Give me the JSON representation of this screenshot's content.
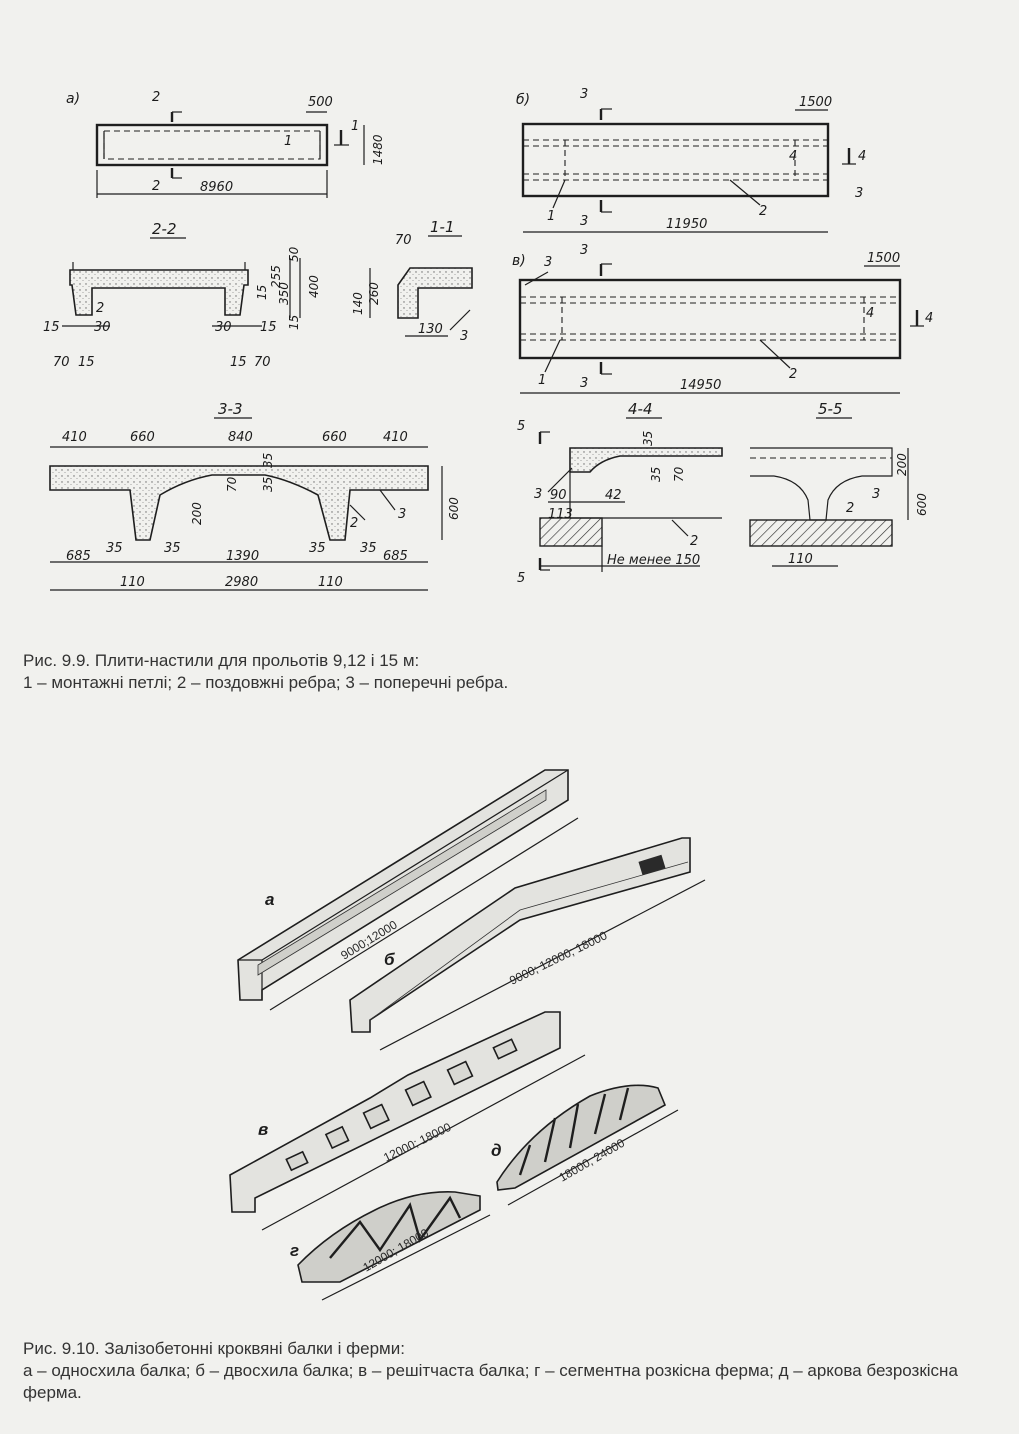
{
  "figure_9_9": {
    "view_a": {
      "label": "а)",
      "section_marks": [
        "2",
        "2",
        "1"
      ],
      "dims": [
        "500",
        "1480",
        "8960"
      ],
      "callout": "1"
    },
    "view_b": {
      "label": "б)",
      "section_marks": [
        "3",
        "3",
        "4"
      ],
      "dims": [
        "1500",
        "11950"
      ],
      "callouts": [
        "4",
        "3",
        "1",
        "2"
      ]
    },
    "view_v": {
      "label": "в)",
      "section_marks": [
        "3",
        "3",
        "4"
      ],
      "dims": [
        "1500",
        "14950"
      ],
      "callouts": [
        "3",
        "4",
        "1",
        "2"
      ]
    },
    "section_2_2": {
      "title": "2-2",
      "dims": [
        "50",
        "255",
        "350",
        "400",
        "15",
        "15",
        "30",
        "30",
        "15",
        "15",
        "70",
        "15",
        "15",
        "70"
      ],
      "callout": "2"
    },
    "section_1_1": {
      "title": "1-1",
      "dims": [
        "70",
        "140",
        "260",
        "130"
      ],
      "callout": "3"
    },
    "section_3_3": {
      "title": "3-3",
      "top_dims": [
        "410",
        "660",
        "840",
        "660",
        "410"
      ],
      "inner_dims": [
        "35",
        "70",
        "35",
        "200",
        "600"
      ],
      "bottom_dims": [
        "685",
        "35",
        "35",
        "1390",
        "35",
        "35",
        "685"
      ],
      "overall_dims": [
        "110",
        "2980",
        "110"
      ],
      "callouts": [
        "2",
        "3"
      ]
    },
    "section_4_4": {
      "title": "4-4",
      "dims": [
        "35",
        "35",
        "70",
        "90",
        "42",
        "113",
        "Не менее 150"
      ],
      "callouts": [
        "3",
        "2"
      ],
      "marks": [
        "5",
        "5"
      ]
    },
    "section_5_5": {
      "title": "5-5",
      "dims": [
        "200",
        "600",
        "110"
      ],
      "callouts": [
        "3",
        "2"
      ]
    }
  },
  "figure_9_10": {
    "labels": [
      "а",
      "б",
      "в",
      "г",
      "д"
    ],
    "spans": [
      "9000;12000",
      "9000; 12000; 18000",
      "12000; 18000",
      "12000; 18000",
      "18000; 24000"
    ]
  },
  "captions": {
    "fig_9_9_title": "Рис. 9.9. Плити-настили для прольотів 9,12 і 15 м:",
    "fig_9_9_legend": "1 – монтажні петлі; 2 – поздовжні ребра; 3 – поперечні ребра.",
    "fig_9_10_title": "Рис. 9.10. Залізобетонні кроквяні балки і ферми:",
    "fig_9_10_legend": "а – односхила балка; б – двосхила балка; в – решітчаста балка; г – сегментна розкісна ферма; д – аркова безрозкісна ферма."
  }
}
